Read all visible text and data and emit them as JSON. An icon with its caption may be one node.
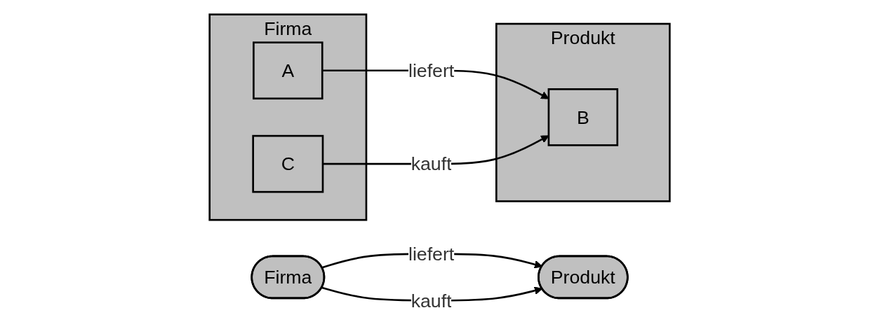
{
  "diagram": {
    "nodes": [
      {
        "text": [
          "Firma"
        ]
      },
      {
        "text": [
          "Produkt"
        ]
      },
      {
        "text": [
          "Firma"
        ]
      },
      {
        "text": [
          "A"
        ],
        "in": 2
      },
      {
        "text": [
          "C"
        ],
        "in": 2
      },
      {
        "text": [
          "Produkt"
        ]
      },
      {
        "text": [
          "B"
        ],
        "in": 5
      }
    ],
    "edges": [
      {
        "from": 0,
        "to": 1,
        "arrow": "to",
        "label": "liefert"
      },
      {
        "from": 0,
        "to": 1,
        "arrow": "to",
        "label": "kauft"
      },
      {
        "from": 3,
        "to": 6,
        "arrow": "to",
        "label": "liefert"
      },
      {
        "from": 4,
        "to": 6,
        "arrow": "to",
        "label": "kauft"
      }
    ]
  }
}
